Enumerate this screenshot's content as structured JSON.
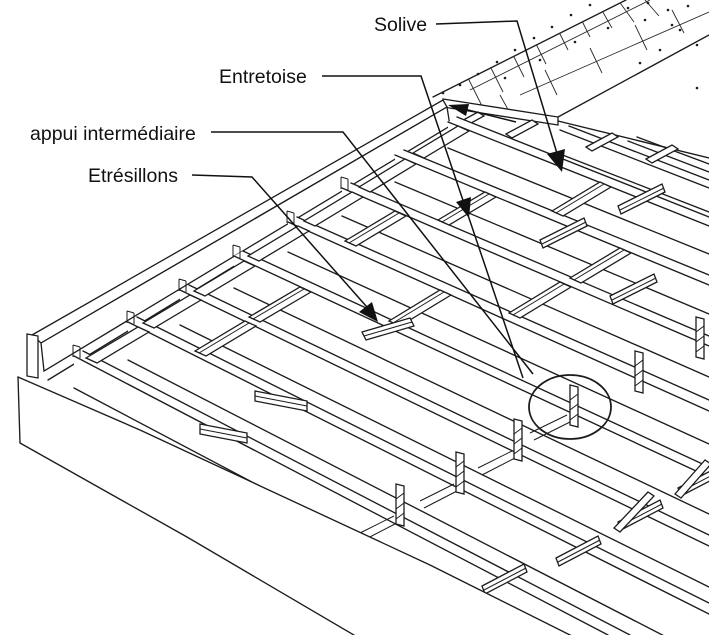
{
  "diagram": {
    "labels": {
      "solive": "Solive",
      "entretoise": "Entretoise",
      "appui": "appui intermédiaire",
      "etresillons": "Etrésillons"
    }
  }
}
